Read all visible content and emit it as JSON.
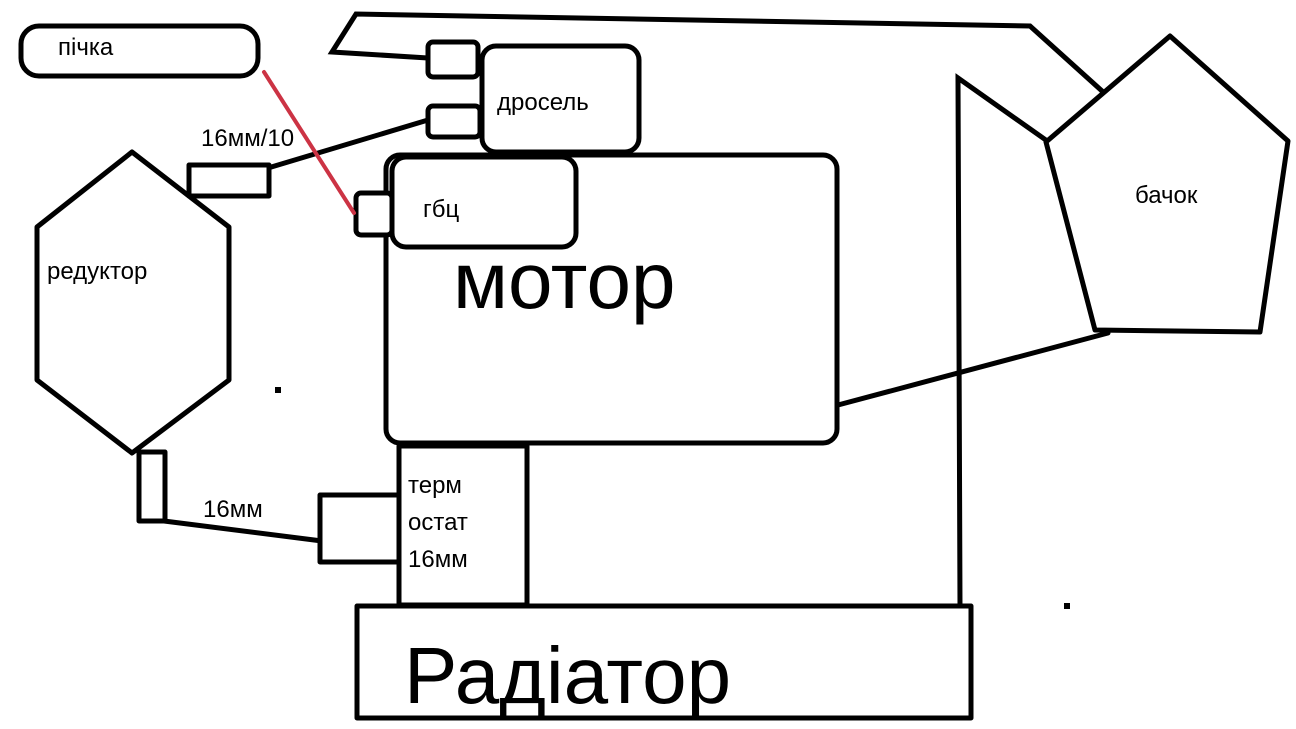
{
  "labels": {
    "pichka": "пічка",
    "drosel": "дросель",
    "hose_top": "16мм/10",
    "gbts": "гбц",
    "reduktor": "редуктор",
    "motor": "мотор",
    "bachok": "бачок",
    "hose_bottom": "16мм",
    "thermostat_line1": "терм",
    "thermostat_line2": "остат",
    "thermostat_line3": "16мм",
    "radiator": "Радіатор"
  },
  "colors": {
    "line": "#000000",
    "heater_hose": "#cc3344",
    "background": "#ffffff"
  }
}
